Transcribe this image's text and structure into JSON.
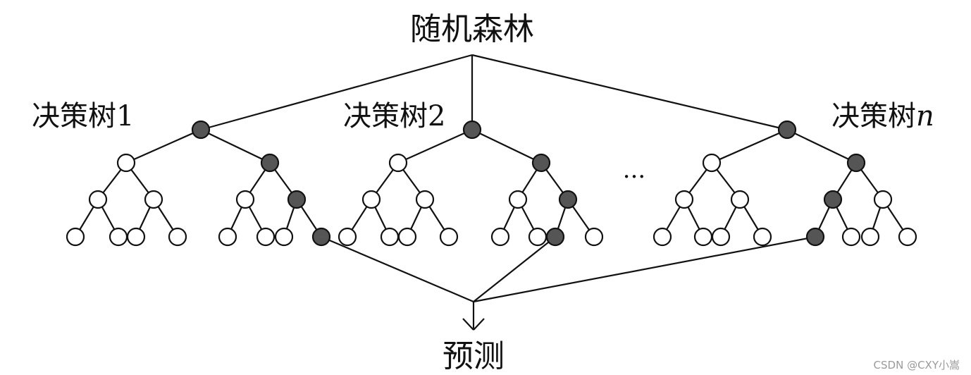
{
  "title": "随机森林",
  "trees": [
    {
      "label_prefix": "决策树",
      "label_index": "1"
    },
    {
      "label_prefix": "决策树",
      "label_index": "2"
    },
    {
      "label_prefix": "决策树",
      "label_index": "n"
    }
  ],
  "ellipsis": "···",
  "output_label": "预测",
  "watermark": "CSDN @CXY小嵩",
  "colors": {
    "filled_node": "#555555",
    "empty_node": "#ffffff",
    "line": "#111111",
    "watermark": "#9a9a9a"
  }
}
